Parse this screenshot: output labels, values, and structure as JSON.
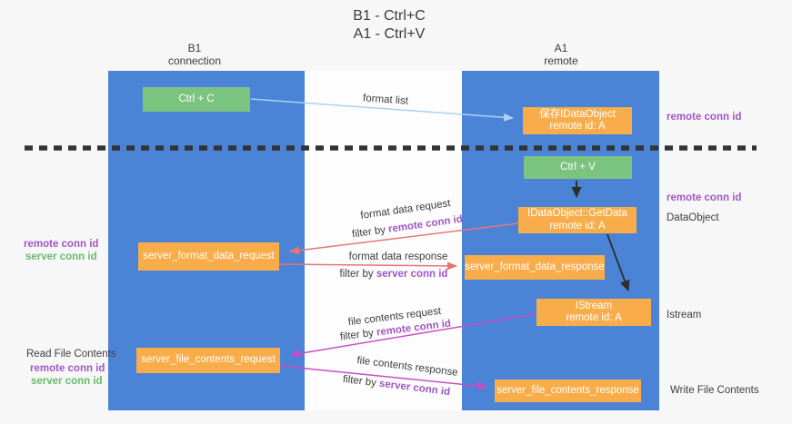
{
  "title": {
    "line1": "B1 - Ctrl+C",
    "line2": "A1 - Ctrl+V"
  },
  "lanes": {
    "left": {
      "name": "B1",
      "role": "connection"
    },
    "right": {
      "name": "A1",
      "role": "remote"
    }
  },
  "nodes": {
    "ctrl_c": {
      "label": "Ctrl + C"
    },
    "save_idataobject": {
      "line1": "保存IDataObject",
      "line2": "remote id: A"
    },
    "ctrl_v": {
      "label": "Ctrl + V"
    },
    "getdata": {
      "line1": "IDataObject::GetData",
      "line2": "remote id: A"
    },
    "server_format_data_request": {
      "label": "server_format_data_request"
    },
    "server_format_data_response": {
      "label": "server_format_data_response"
    },
    "istream": {
      "line1": "IStream",
      "line2": "remote id: A"
    },
    "server_file_contents_request": {
      "label": "server_file_contents_request"
    },
    "server_file_contents_response": {
      "label": "server_file_contents_response"
    }
  },
  "edges": {
    "format_list": "format list",
    "format_data_request": "format data request",
    "format_data_response": "format data response",
    "file_contents_request": "file contents request",
    "file_contents_response": "file contents response",
    "filter_by": "filter by"
  },
  "terms": {
    "remote_conn_id": "remote conn id",
    "server_conn_id": "server conn id"
  },
  "annotations": {
    "dataobject": "DataObject",
    "istream": "Istream",
    "read_file_contents": "Read File Contents",
    "write_file_contents": "Write File Contents"
  },
  "colors": {
    "lane_blue": "#4b84d7",
    "node_green": "#7bc47f",
    "node_orange": "#f8ad4a",
    "arrow_red": "#e87575",
    "arrow_magenta": "#c94ec4",
    "arrow_lightblue": "#a9d2f2",
    "arrow_black": "#2e2e2e",
    "dashed_line": "#333333",
    "text_purple": "#a156c4",
    "text_green": "#69ba6d",
    "mid_band": "#fdfdfe",
    "background": "#f7f7f8"
  }
}
